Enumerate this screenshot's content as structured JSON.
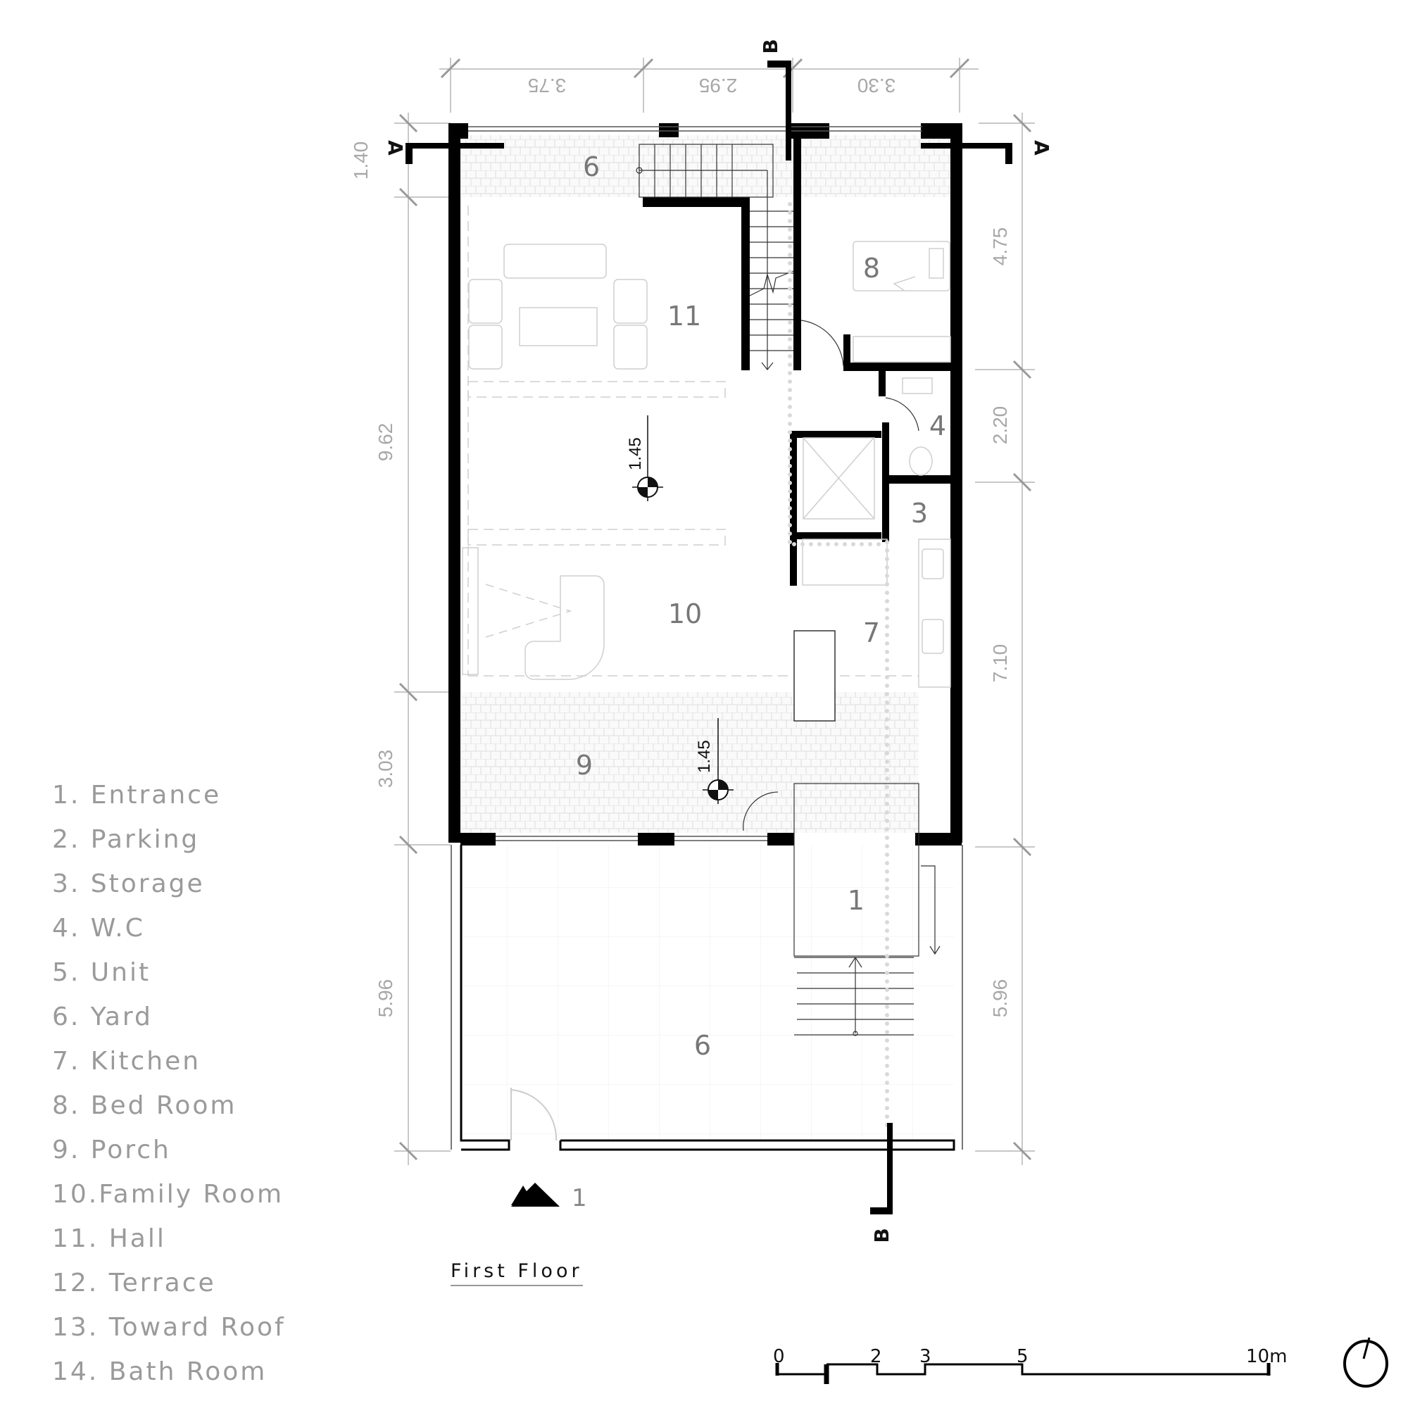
{
  "drawing": {
    "title": "First Floor",
    "view_marker_label": "1"
  },
  "legend": {
    "items": [
      "1. Entrance",
      "2. Parking",
      "3. Storage",
      "4. W.C",
      "5. Unit",
      "6. Yard",
      "7. Kitchen",
      "8. Bed Room",
      "9. Porch",
      "10.Family Room",
      "11. Hall",
      "12. Terrace",
      "13. Toward Roof",
      "14. Bath Room"
    ]
  },
  "rooms": {
    "porch_top": "9",
    "hall": "11",
    "bedroom": "8",
    "wc": "4",
    "storage": "3",
    "family_room": "10",
    "kitchen": "7",
    "porch_bottom": "9",
    "entrance": "1",
    "yard": "6"
  },
  "dimensions": {
    "top": [
      "3.75",
      "2.95",
      "3.30"
    ],
    "left": [
      "1.40",
      "9.62",
      "3.03",
      "5.96"
    ],
    "right": [
      "4.75",
      "2.20",
      "7.10",
      "5.96"
    ]
  },
  "levels": {
    "hall_level": "1.45",
    "porch_level": "1.45"
  },
  "sections": {
    "a_left": "A",
    "a_right": "A",
    "b_top": "B",
    "b_bottom": "B"
  },
  "scale_bar": {
    "ticks": [
      "0",
      "2",
      "3",
      "5",
      "10m"
    ]
  },
  "colors": {
    "wall": "#000000",
    "dimension": "#a8a8a8",
    "furniture": "#cccccc",
    "legend_text": "#9a9a9a"
  }
}
